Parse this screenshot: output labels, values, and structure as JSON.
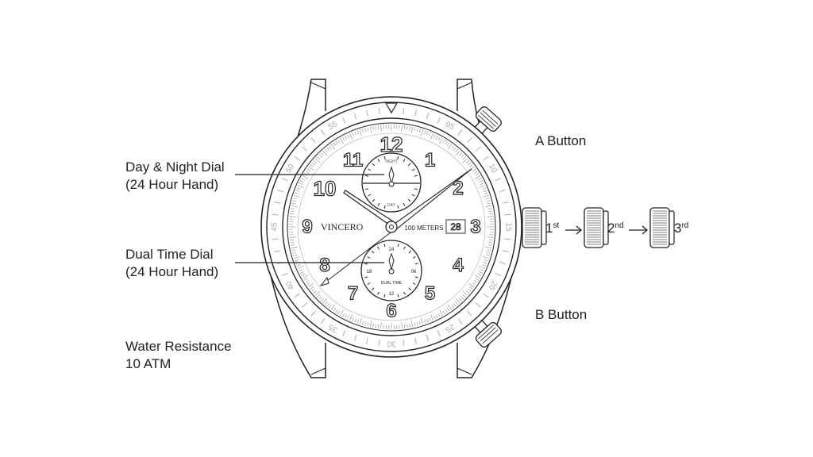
{
  "labels": {
    "day_night_line1": "Day & Night Dial",
    "day_night_line2": "(24 Hour Hand)",
    "dual_time_line1": "Dual Time Dial",
    "dual_time_line2": "(24 Hour Hand)",
    "water_line1": "Water Resistance",
    "water_line2": "10 ATM",
    "a_button": "A Button",
    "b_button": "B Button"
  },
  "crown_positions": [
    {
      "num": "1",
      "sup": "st"
    },
    {
      "num": "2",
      "sup": "nd"
    },
    {
      "num": "3",
      "sup": "rd"
    }
  ],
  "dial": {
    "brand": "VINCERO",
    "depth": "100 METERS",
    "date": "28",
    "hour_numerals": [
      "12",
      "1",
      "2",
      "3",
      "4",
      "5",
      "6",
      "7",
      "8",
      "9",
      "10",
      "11"
    ],
    "bezel_numbers": [
      "05",
      "10",
      "15",
      "20",
      "25",
      "30",
      "35",
      "40",
      "45",
      "50",
      "55"
    ],
    "top_subdial": {
      "top": "NIGHT",
      "bottom": "DAY"
    },
    "bottom_subdial": {
      "top": "24",
      "left": "18",
      "right": "06",
      "bottom": "12",
      "label": "DUAL TIME"
    }
  },
  "colors": {
    "line": "#222222",
    "bezel_text": "#aaaaaa",
    "tick": "#888888"
  }
}
